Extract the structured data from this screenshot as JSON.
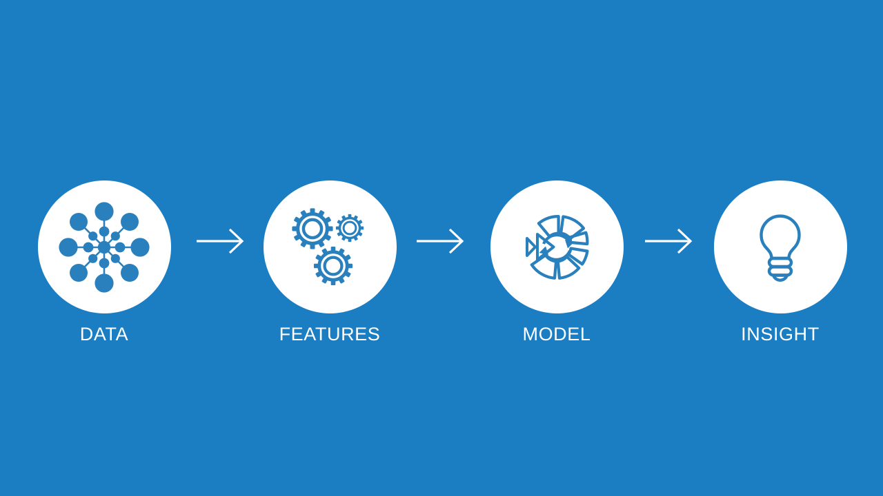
{
  "slide": {
    "background_color": "#1B7EC2",
    "disc_color": "#FFFFFF",
    "icon_color": "#2980BC",
    "label_color": "#FFFFFF",
    "type": "process-flow-diagram",
    "step_count": 4,
    "connector_count": 3
  },
  "steps": [
    {
      "id": "data",
      "label": "DATA",
      "icon": "network-nodes-icon"
    },
    {
      "id": "features",
      "label": "FEATURES",
      "icon": "gears-icon"
    },
    {
      "id": "model",
      "label": "MODEL",
      "icon": "segmented-wheel-refresh-icon"
    },
    {
      "id": "insight",
      "label": "INSIGHT",
      "icon": "lightbulb-icon"
    }
  ],
  "connectors": [
    {
      "id": "arrow-1",
      "icon": "arrow-right-icon",
      "from": "DATA",
      "to": "FEATURES"
    },
    {
      "id": "arrow-2",
      "icon": "arrow-right-icon",
      "from": "FEATURES",
      "to": "MODEL"
    },
    {
      "id": "arrow-3",
      "icon": "arrow-right-icon",
      "from": "MODEL",
      "to": "INSIGHT"
    }
  ]
}
